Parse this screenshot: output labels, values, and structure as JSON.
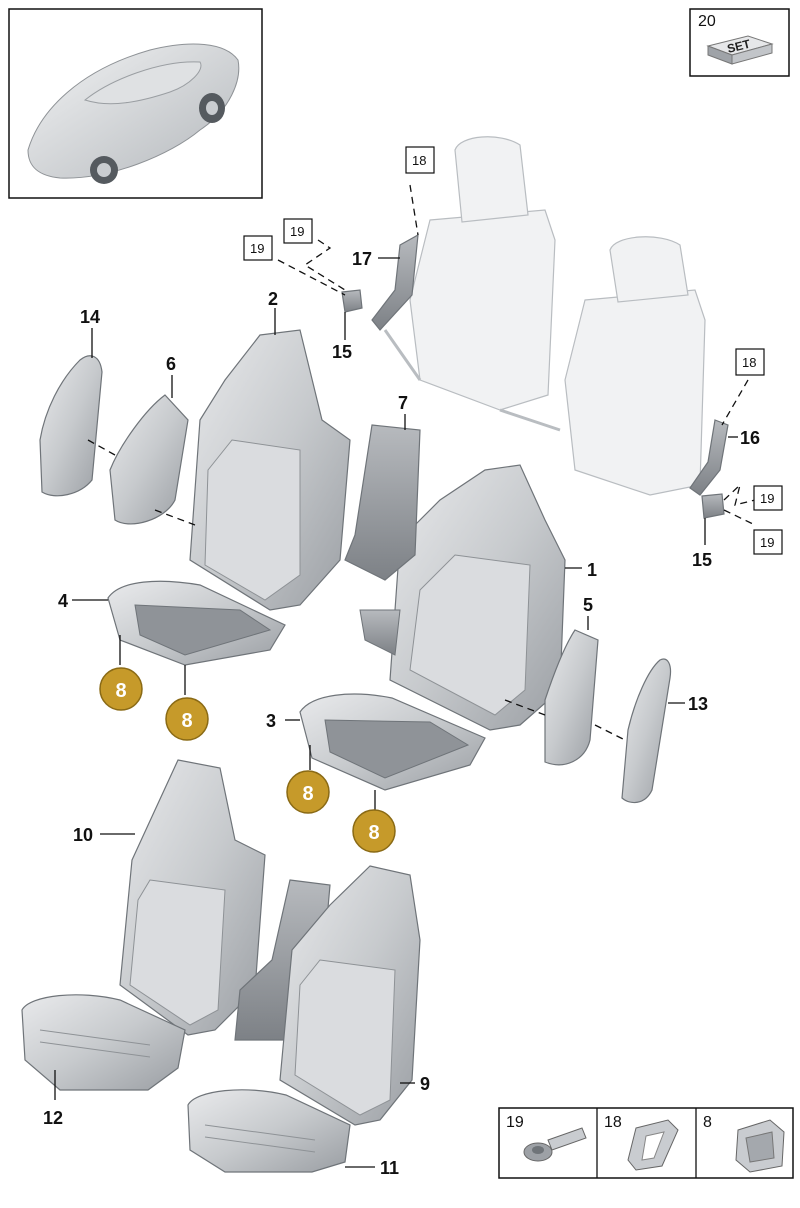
{
  "set_box": {
    "number": "20",
    "label": "SET"
  },
  "colors": {
    "clip_badge": "#c69a2a",
    "part_fill": "#c9ccd0",
    "ghost_fill": "#f1f2f3"
  },
  "callouts": {
    "n1": "1",
    "n2": "2",
    "n3": "3",
    "n4": "4",
    "n5": "5",
    "n6": "6",
    "n7": "7",
    "n9": "9",
    "n10": "10",
    "n11": "11",
    "n12": "12",
    "n13": "13",
    "n14": "14",
    "n15a": "15",
    "n15b": "15",
    "n16": "16",
    "n17": "17"
  },
  "boxed_refs": {
    "r18a": "18",
    "r18b": "18",
    "r19a": "19",
    "r19b": "19",
    "r19c": "19",
    "r19d": "19"
  },
  "clip_badges": {
    "c1": "8",
    "c2": "8",
    "c3": "8",
    "c4": "8"
  },
  "legend": {
    "a": "19",
    "b": "18",
    "c": "8"
  },
  "icons": [
    "car-thumbnail",
    "set-block-icon",
    "bolt-icon",
    "grommet-icon",
    "clip-icon"
  ]
}
